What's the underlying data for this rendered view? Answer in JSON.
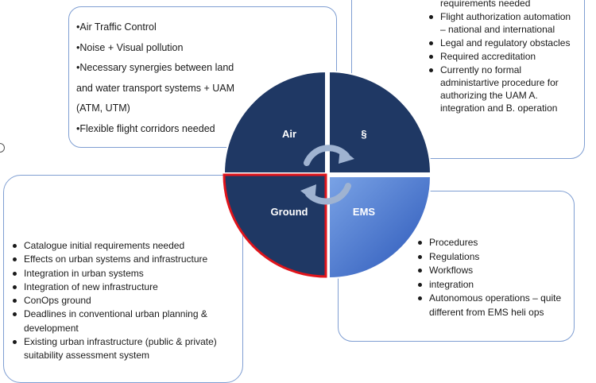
{
  "quadrants": {
    "air": "Air",
    "law": "§",
    "ground": "Ground",
    "ems": "EMS"
  },
  "air_box": {
    "items": [
      "Air Traffic Control",
      "Noise + Visual pollution",
      "Necessary synergies between land",
      "and water transport systems + UAM",
      "(ATM, UTM)",
      "Flexible flight corridors needed"
    ]
  },
  "law_box": {
    "items": [
      "requirements needed",
      "Flight authorization automation – national and international",
      "Legal and regulatory obstacles",
      "Required accreditation",
      "Currently no formal administartive procedure for authorizing the UAM A. integration and B. operation"
    ]
  },
  "ground_box": {
    "items": [
      "Catalogue initial requirements needed",
      "Effects on urban systems and infrastructure",
      "Integration in urban systems",
      "Integration of new infrastructure",
      "ConOps ground",
      "Deadlines in conventional urban planning & development",
      "Existing urban infrastructure (public & private) suitability assessment system"
    ]
  },
  "ems_box": {
    "items": [
      "Procedures",
      "Regulations",
      "Workflows",
      "integration",
      "Autonomous operations – quite different from EMS heli ops"
    ]
  },
  "colors": {
    "navy": "#1f3864",
    "blue_light": "#6d99de",
    "blue_dark": "#2f5fc0",
    "red_border": "#e0141b",
    "box_border": "#7f9ed2",
    "arrow": "#9fb3d1"
  }
}
